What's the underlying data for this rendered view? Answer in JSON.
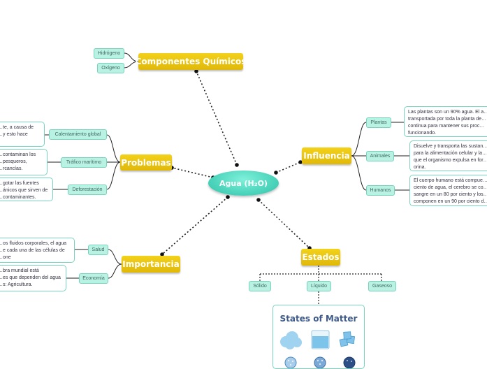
{
  "central": {
    "label": "Agua (H₂O)"
  },
  "topics": {
    "componentes": "Componentes Químicos",
    "problemas": "Problemas",
    "influencia": "Influencia",
    "importancia": "Importancia",
    "estados": "Estados"
  },
  "componentes_items": [
    "Hidrógeno",
    "Oxígeno"
  ],
  "problemas_items": [
    {
      "label": "Calentamiento global",
      "note": "…te, a causa de\n…y esto hace"
    },
    {
      "label": "Tráfico marítimo",
      "note": "…contaminan los\n…pesqueros,\n…rcancías."
    },
    {
      "label": "Deforestación",
      "note": "…gotar las fuentes\n…ánicos que sirven de\n…contaminantes."
    }
  ],
  "influencia_items": [
    {
      "label": "Plantas",
      "note": "Las plantas son un 90% agua. El a…\ntransportada por toda la planta de…\ncontinua para mantener sus proc…\nfuncionando."
    },
    {
      "label": "Animales",
      "note": "Disuelve y transporta las sustan…\npara la alimentación celular y la…\nque el organismo expulsa en for…\norina."
    },
    {
      "label": "Humanos",
      "note": "El cuerpo humano está compue…\nciento de agua, el cerebro se co…\nsangre en un 80 por ciento y los…\ncomponen en un 90 por ciento d…"
    }
  ],
  "importancia_items": [
    {
      "label": "Salud",
      "note": "…os fluidos corporales, el agua\n…e cada una de las células de\n…one"
    },
    {
      "label": "Economía",
      "note": "…bra mundial está\n…es que dependen del agua\n…s: Agricultura."
    }
  ],
  "estados_items": [
    "Sólido",
    "Líquido",
    "Gaseoso"
  ],
  "image": {
    "title": "States of Matter"
  },
  "colors": {
    "topic": "#e9c512",
    "central": "#3fd6bd",
    "pill": "#b9f1e3",
    "border": "#76d4be",
    "image_title": "#3d5a8a"
  }
}
